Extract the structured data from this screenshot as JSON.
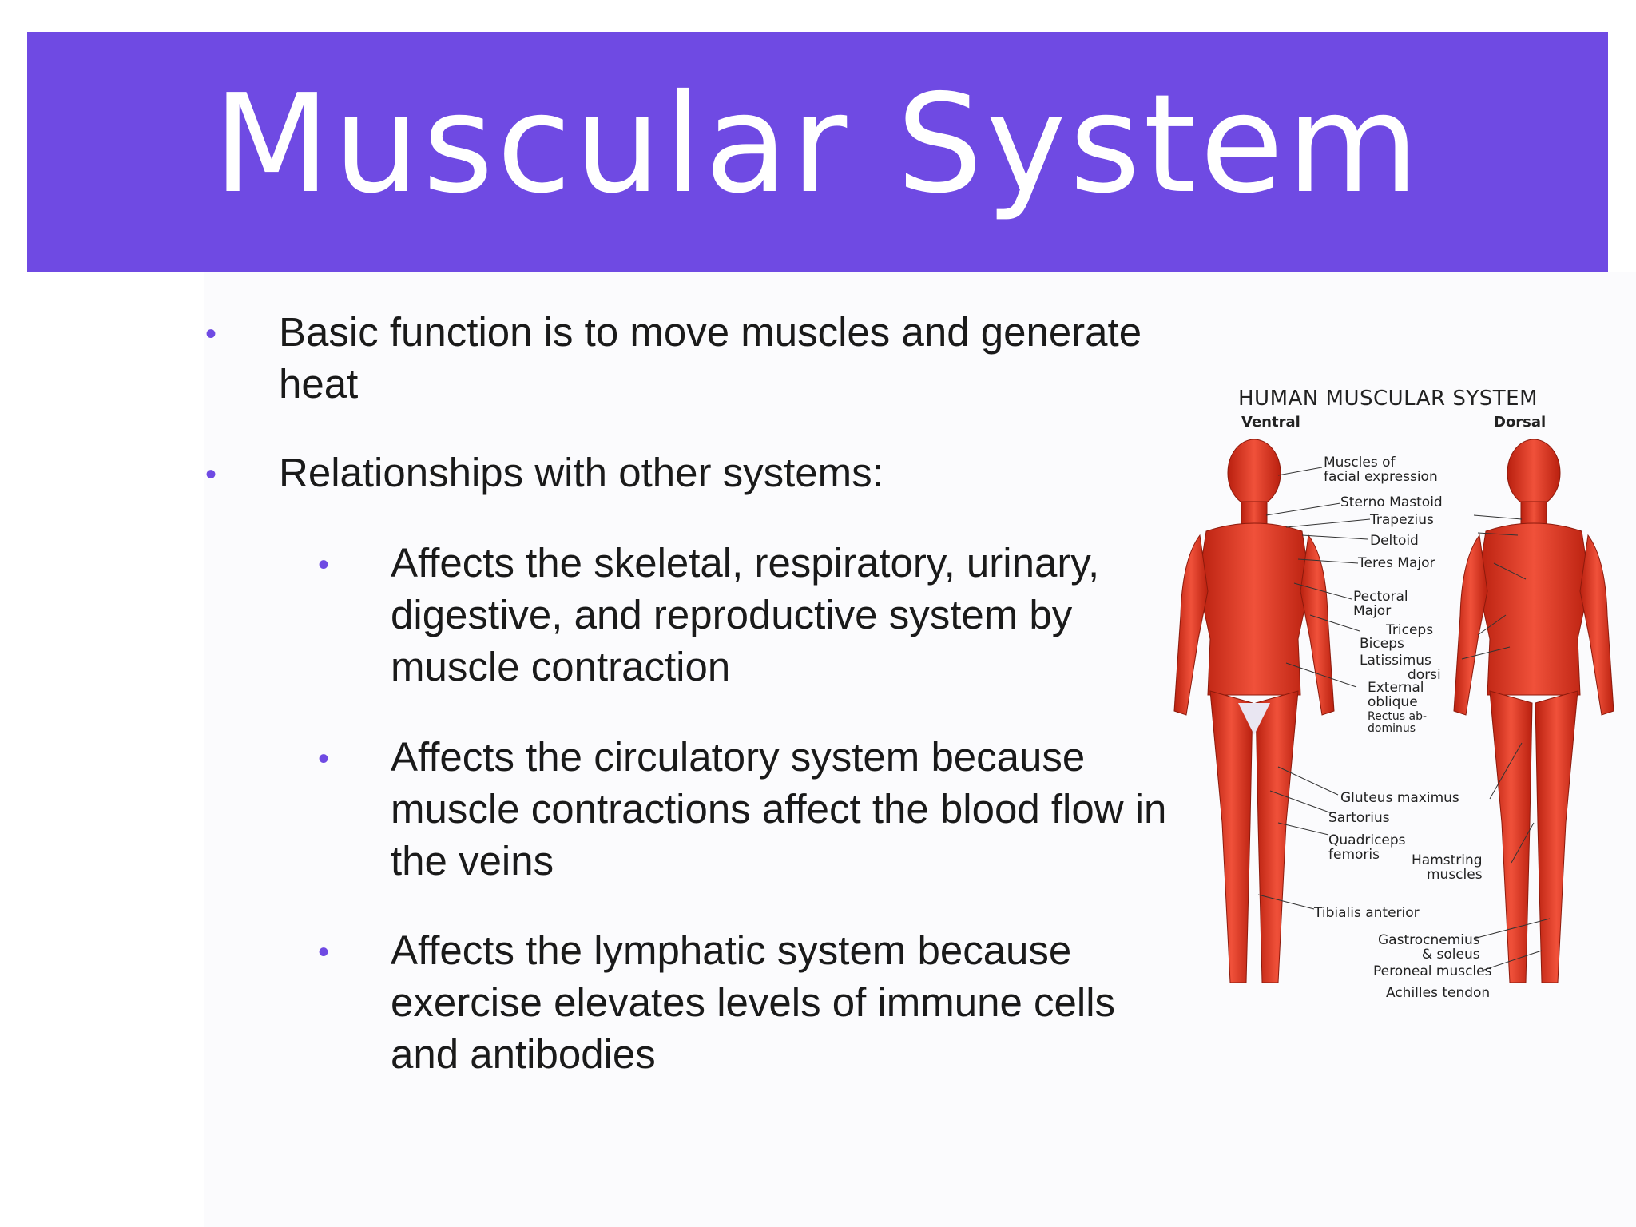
{
  "slide": {
    "title": "Muscular System",
    "accent_color": "#6f4ae3",
    "bullets": [
      {
        "level": 1,
        "lines": [
          "Basic function is to move muscles and generate",
          "heat"
        ]
      },
      {
        "level": 1,
        "lines": [
          "Relationships with other systems:"
        ]
      },
      {
        "level": 2,
        "lines": [
          "Affects the skeletal, respiratory, urinary,",
          "digestive, and reproductive system by",
          "muscle contraction"
        ]
      },
      {
        "level": 2,
        "lines": [
          "Affects the circulatory system because",
          "muscle contractions affect the blood flow in",
          "the veins"
        ]
      },
      {
        "level": 2,
        "lines": [
          "Affects the lymphatic system because",
          "exercise elevates levels of immune cells",
          "and antibodies"
        ]
      }
    ]
  },
  "figure": {
    "title": "HUMAN MUSCULAR SYSTEM",
    "ventral": "Ventral",
    "dorsal": "Dorsal",
    "labels": [
      "Muscles of",
      "facial expression",
      "Sterno Mastoid",
      "Trapezius",
      "Deltoid",
      "Teres Major",
      "Pectoral",
      "Major",
      "Triceps",
      "Biceps",
      "Latissimus",
      "dorsi",
      "External",
      "oblique",
      "Rectus ab-",
      "dominus",
      "Gluteus maximus",
      "Sartorius",
      "Quadriceps",
      "femoris",
      "Hamstring",
      "muscles",
      "Tibialis anterior",
      "Gastrocnemius",
      "& soleus",
      "Peroneal muscles",
      "Achilles tendon"
    ]
  }
}
